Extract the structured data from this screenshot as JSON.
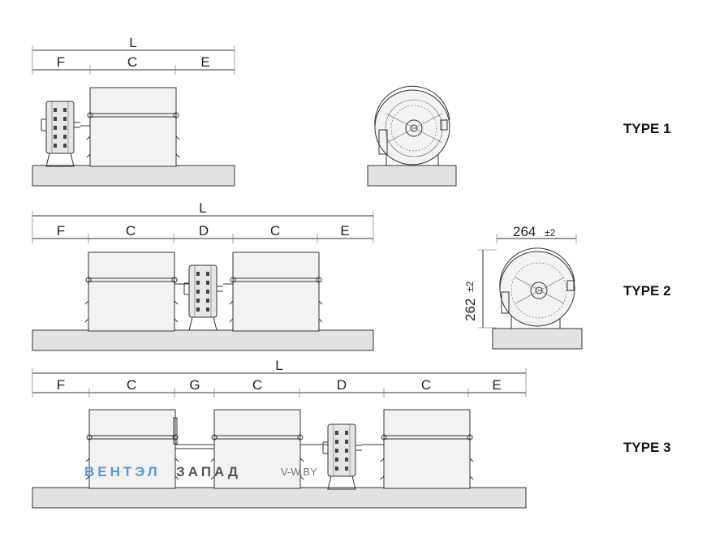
{
  "type1": {
    "label": "TYPE 1",
    "dims": {
      "L": "L",
      "F": "F",
      "C": "C",
      "E": "E"
    }
  },
  "type2": {
    "label": "TYPE 2",
    "dims": {
      "L": "L",
      "F": "F",
      "C1": "C",
      "D": "D",
      "C2": "C",
      "E": "E"
    },
    "width_value": "264",
    "width_tol": "±2",
    "height_value": "262",
    "height_tol": "±2"
  },
  "type3": {
    "label": "TYPE 3",
    "dims": {
      "L": "L",
      "F": "F",
      "C1": "C",
      "G": "G",
      "C2": "C",
      "D": "D",
      "C3": "C",
      "E": "E"
    }
  },
  "watermark": {
    "part1": "ВЕНТЭЛ",
    "part2": "ЗАПАД",
    "url": "V-W.BY"
  },
  "colors": {
    "line": "#333333",
    "fill": "#e6e6e6",
    "watermark_blue": "#5a9bd0"
  }
}
